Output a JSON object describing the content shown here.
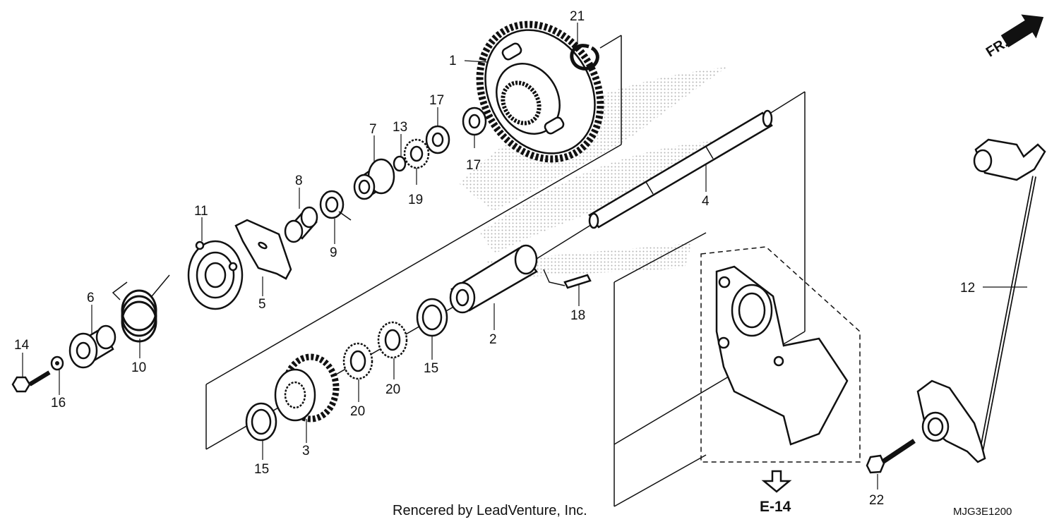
{
  "diagram": {
    "orientation_label": "FR.",
    "credit": "Rencered by LeadVenture, Inc.",
    "reference": "E-14",
    "diagram_code": "MJG3E1200",
    "callouts": [
      {
        "id": "c1",
        "label": "1"
      },
      {
        "id": "c2",
        "label": "2"
      },
      {
        "id": "c3",
        "label": "3"
      },
      {
        "id": "c4",
        "label": "4"
      },
      {
        "id": "c5",
        "label": "5"
      },
      {
        "id": "c6",
        "label": "6"
      },
      {
        "id": "c7",
        "label": "7"
      },
      {
        "id": "c8",
        "label": "8"
      },
      {
        "id": "c9",
        "label": "9"
      },
      {
        "id": "c10",
        "label": "10"
      },
      {
        "id": "c11",
        "label": "11"
      },
      {
        "id": "c12",
        "label": "12"
      },
      {
        "id": "c13",
        "label": "13"
      },
      {
        "id": "c14",
        "label": "14"
      },
      {
        "id": "c15a",
        "label": "15"
      },
      {
        "id": "c15b",
        "label": "15"
      },
      {
        "id": "c16",
        "label": "16"
      },
      {
        "id": "c17a",
        "label": "17"
      },
      {
        "id": "c17b",
        "label": "17"
      },
      {
        "id": "c18",
        "label": "18"
      },
      {
        "id": "c19",
        "label": "19"
      },
      {
        "id": "c20a",
        "label": "20"
      },
      {
        "id": "c20b",
        "label": "20"
      },
      {
        "id": "c21",
        "label": "21"
      },
      {
        "id": "c22",
        "label": "22"
      }
    ]
  }
}
